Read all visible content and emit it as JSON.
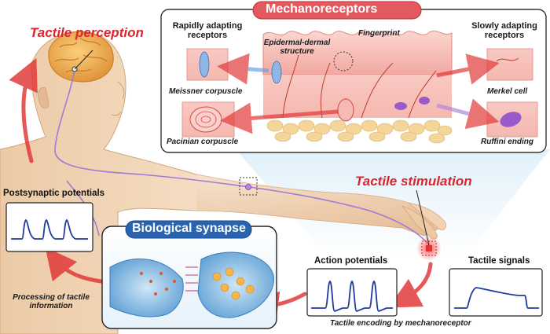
{
  "labels": {
    "tactile_perception": "Tactile perception",
    "mechanoreceptors": "Mechanoreceptors",
    "rapidly_adapting": "Rapidly adapting receptors",
    "slowly_adapting": "Slowly adapting receptors",
    "epidermal_dermal": "Epidermal-dermal structure",
    "fingerprint": "Fingerprint",
    "meissner": "Meissner corpuscle",
    "pacinian": "Pacinian corpuscle",
    "merkel": "Merkel cell",
    "ruffini": "Ruffini ending",
    "tactile_stimulation": "Tactile stimulation",
    "postsynaptic": "Postsynaptic potentials",
    "biological_synapse": "Biological synapse",
    "action_potentials": "Action potentials",
    "tactile_signals": "Tactile signals",
    "processing": "Processing of tactile information",
    "encoding": "Tactile encoding by mechanoreceptor"
  },
  "colors": {
    "accent_red": "#d8262f",
    "skin": "#f3d6b8",
    "nerve": "#9b6bd1",
    "signal_blue": "#1f3b9c",
    "synapse_blue": "#4a90c9"
  }
}
